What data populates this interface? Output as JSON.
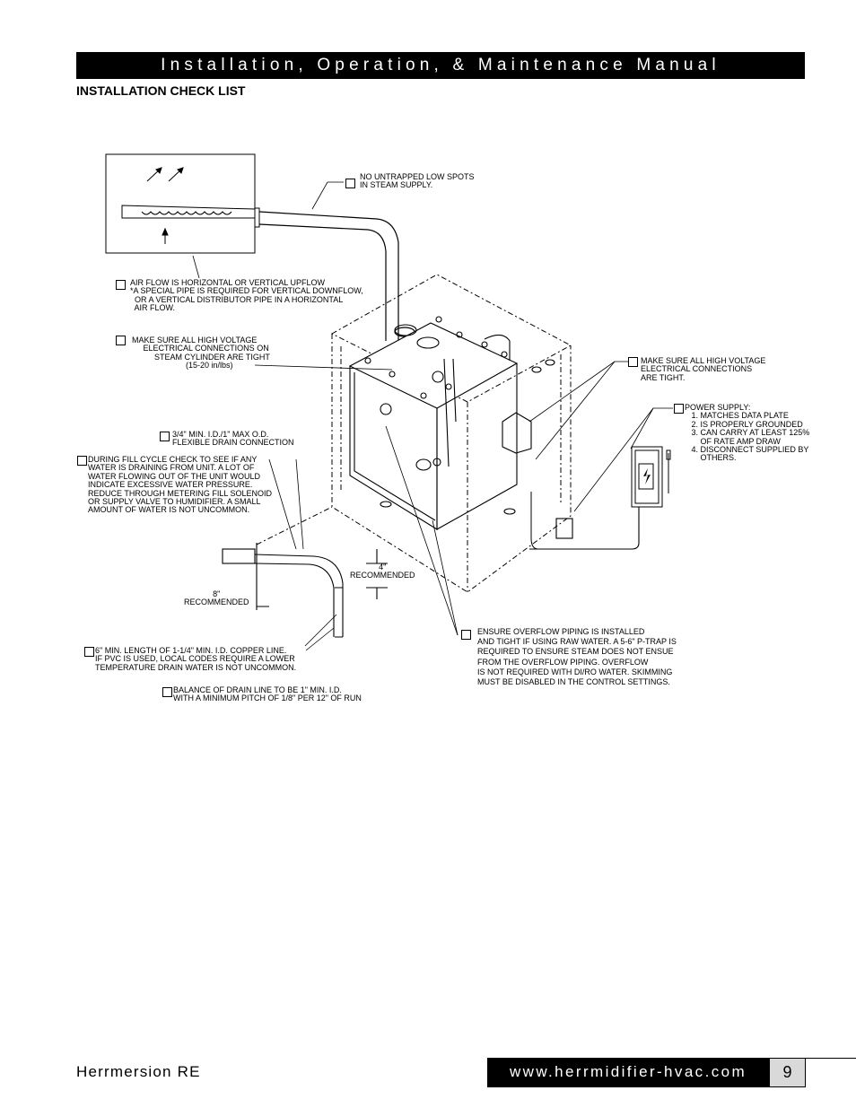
{
  "header": {
    "title": "Installation, Operation, & Maintenance Manual"
  },
  "section": {
    "title": "INSTALLATION CHECK LIST"
  },
  "checklist": {
    "steam_supply": "NO UNTRAPPED LOW SPOTS\nIN STEAM SUPPLY.",
    "air_flow": "AIR FLOW IS HORIZONTAL OR VERTICAL UPFLOW\n*A SPECIAL PIPE IS REQUIRED FOR VERTICAL DOWNFLOW,\n  OR A VERTICAL DISTRIBUTOR PIPE IN A HORIZONTAL\n  AIR FLOW.",
    "hv_cylinder": "MAKE SURE ALL HIGH VOLTAGE\n     ELECTRICAL CONNECTIONS ON\n          STEAM CYLINDER ARE TIGHT\n                        (15-20 in/lbs)",
    "hv_connections": "MAKE SURE ALL HIGH VOLTAGE\nELECTRICAL CONNECTIONS\nARE TIGHT.",
    "power_supply": "POWER SUPPLY:\n   1. MATCHES DATA PLATE\n   2. IS PROPERLY GROUNDED\n   3. CAN CARRY AT LEAST 125%\n       OF RATE AMP DRAW\n   4. DISCONNECT SUPPLIED BY\n       OTHERS.",
    "drain_connection": "3/4\" MIN. I.D./1\" MAX O.D.\nFLEXIBLE DRAIN CONNECTION",
    "fill_cycle": "DURING FILL CYCLE CHECK TO SEE IF ANY\nWATER IS DRAINING FROM UNIT. A LOT OF\nWATER FLOWING OUT OF THE UNIT WOULD\nINDICATE EXCESSIVE WATER PRESSURE.\nREDUCE THROUGH METERING FILL SOLENOID\nOR SUPPLY VALVE TO HUMIDIFIER. A SMALL\nAMOUNT OF WATER IS NOT UNCOMMON.",
    "dim_4": "4\"\nRECOMMENDED",
    "dim_8": "8\"\nRECOMMENDED",
    "overflow": "ENSURE OVERFLOW PIPING IS INSTALLED\nAND TIGHT IF USING RAW WATER. A 5-6\" P-TRAP IS\nREQUIRED TO ENSURE STEAM DOES NOT ENSUE\nFROM THE OVERFLOW PIPING. OVERFLOW\nIS NOT REQUIRED WITH DI/RO WATER. SKIMMING\nMUST BE DISABLED IN THE CONTROL SETTINGS.",
    "copper_line": "6\" MIN. LENGTH OF 1-1/4\" MIN. I.D. COPPER LINE.\nIF PVC IS USED, LOCAL CODES REQUIRE A LOWER\nTEMPERATURE DRAIN WATER IS NOT UNCOMMON.",
    "drain_pitch": "BALANCE OF DRAIN LINE TO BE 1\" MIN. I.D.\nWITH A MINIMUM PITCH OF 1/8\" PER 12\" OF RUN"
  },
  "footer": {
    "product": "Herrmersion RE",
    "website": "www.herrmidifier-hvac.com",
    "page_number": "9"
  }
}
